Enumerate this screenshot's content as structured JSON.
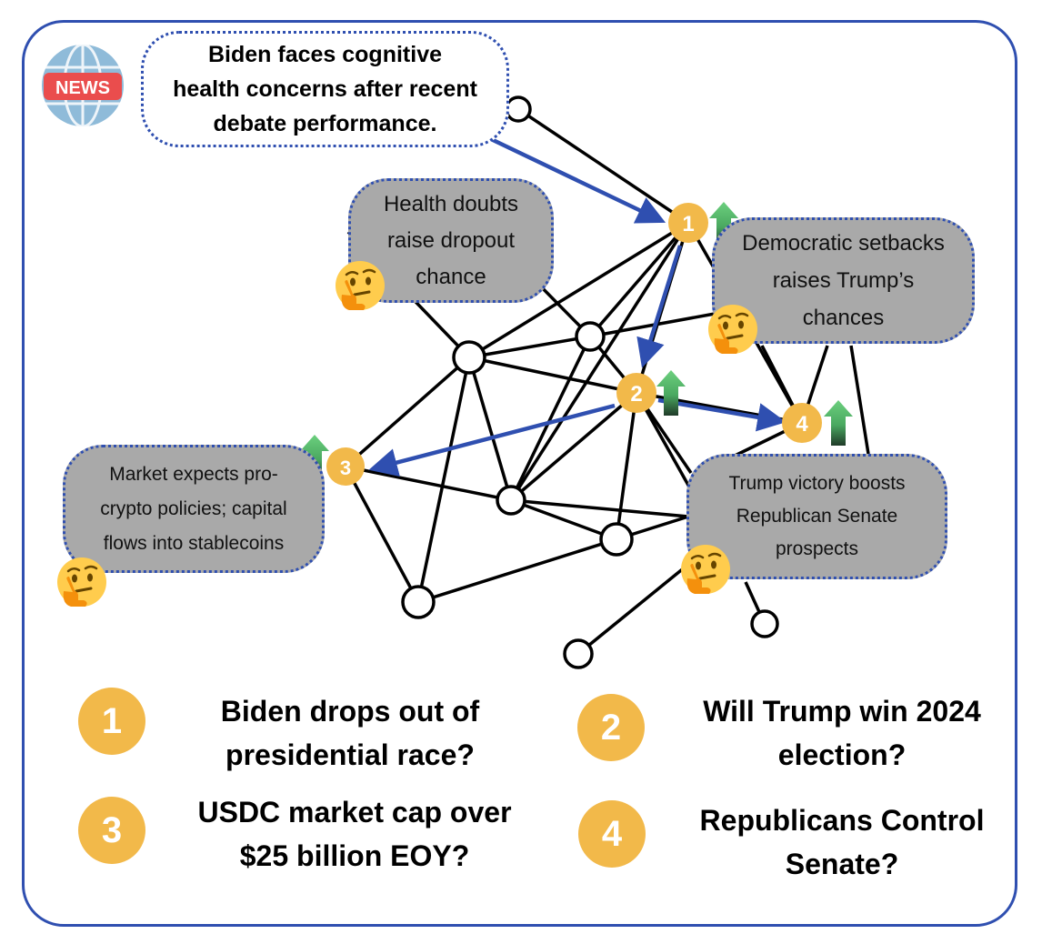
{
  "news": {
    "icon_label": "NEWS",
    "text": "Biden faces cognitive\nhealth concerns after recent\ndebate performance."
  },
  "bubbles": [
    {
      "text": "Health doubts\nraise dropout\nchance"
    },
    {
      "text": "Democratic setbacks\nraises Trump’s\nchances"
    },
    {
      "text": "Market expects pro-\ncrypto policies; capital\nflows into stablecoins"
    },
    {
      "text": "Trump victory boosts\nRepublican Senate\nprospects"
    }
  ],
  "markets": [
    {
      "num": "1",
      "text": "Biden drops out of\npresidential race?"
    },
    {
      "num": "2",
      "text": "Will Trump win 2024\nelection?"
    },
    {
      "num": "3",
      "text": "USDC market cap over\n$25 billion EOY?"
    },
    {
      "num": "4",
      "text": "Republicans Control\nSenate?"
    }
  ],
  "colors": {
    "frame": "#2f4fb0",
    "arrow": "#2f4fb0",
    "node_fill": "#f2b94a",
    "bubble_fill": "#a9a9a9",
    "up_arrow": "#5cc26e"
  },
  "icons": [
    "news-globe-icon",
    "thinking-face-icon",
    "up-arrow-icon"
  ]
}
